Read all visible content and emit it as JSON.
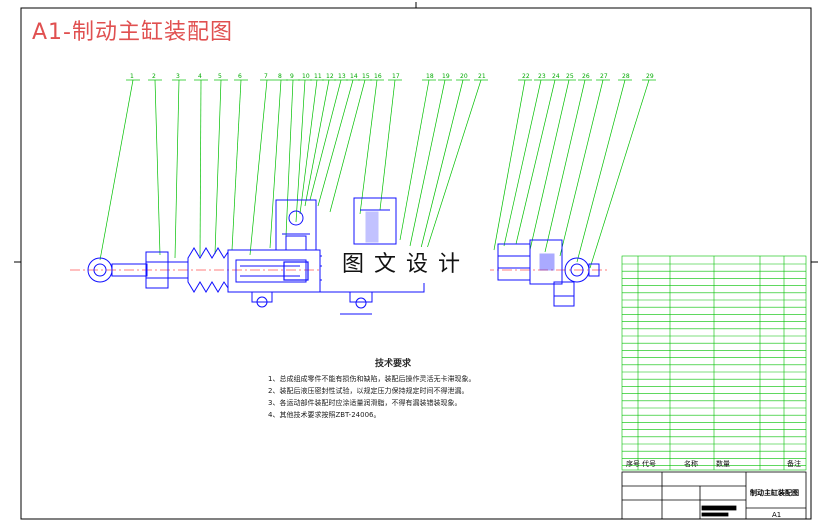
{
  "drawing": {
    "title": "A1-制动主缸装配图",
    "watermark": "图文设计",
    "balloon_numbers": [
      "1",
      "2",
      "3",
      "4",
      "5",
      "6",
      "7",
      "8",
      "9",
      "10",
      "11",
      "12",
      "13",
      "14",
      "15",
      "16",
      "17",
      "18",
      "19",
      "20",
      "21",
      "22",
      "23",
      "24",
      "25",
      "26",
      "27",
      "28",
      "29"
    ]
  },
  "tech_requirements": {
    "title": "技术要求",
    "lines": [
      "1、总成组成零件不能有损伤和缺陷，装配后操作灵活无卡滞现象。",
      "2、装配后液压密封性试验，以规定压力保持规定时间不得泄漏。",
      "3、各运动部件装配时应涂适量润滑脂，不得有漏装错装现象。",
      "4、其他技术要求按照ZBT-24006。"
    ]
  },
  "bom": {
    "header": {
      "seq": "序号",
      "code": "代号",
      "name": "名称",
      "qty": "数量",
      "remark": "备注"
    }
  },
  "title_block": {
    "name": "制动主缸装配图",
    "sheet": "A1"
  },
  "colors": {
    "frame": "#000000",
    "geometry": "#0000ff",
    "leaders": "#00c000",
    "center": "#ff0000",
    "title": "#e05050"
  }
}
